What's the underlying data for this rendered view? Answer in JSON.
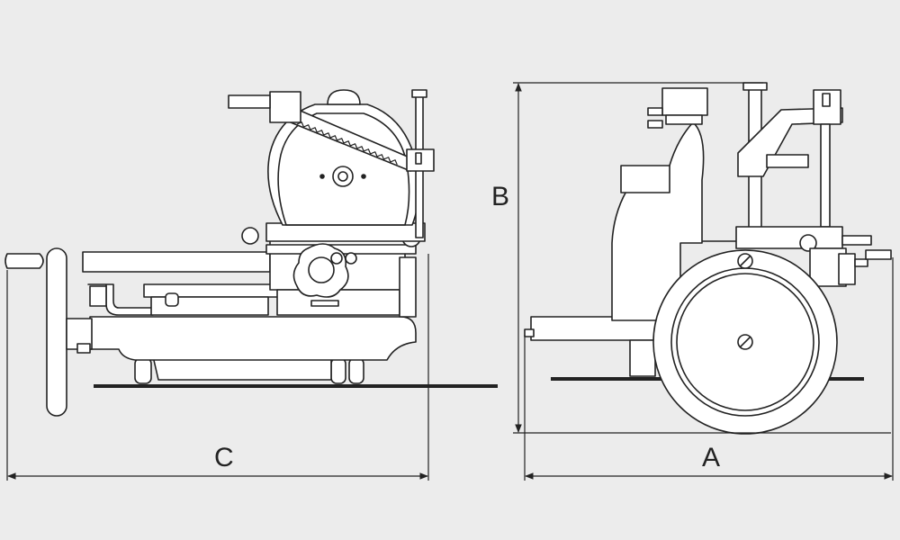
{
  "dimension_labels": {
    "length_side": "C",
    "height": "B",
    "length_front": "A"
  },
  "colors": {
    "background": "#ececec",
    "line": "#222222",
    "fill": "#ffffff"
  }
}
